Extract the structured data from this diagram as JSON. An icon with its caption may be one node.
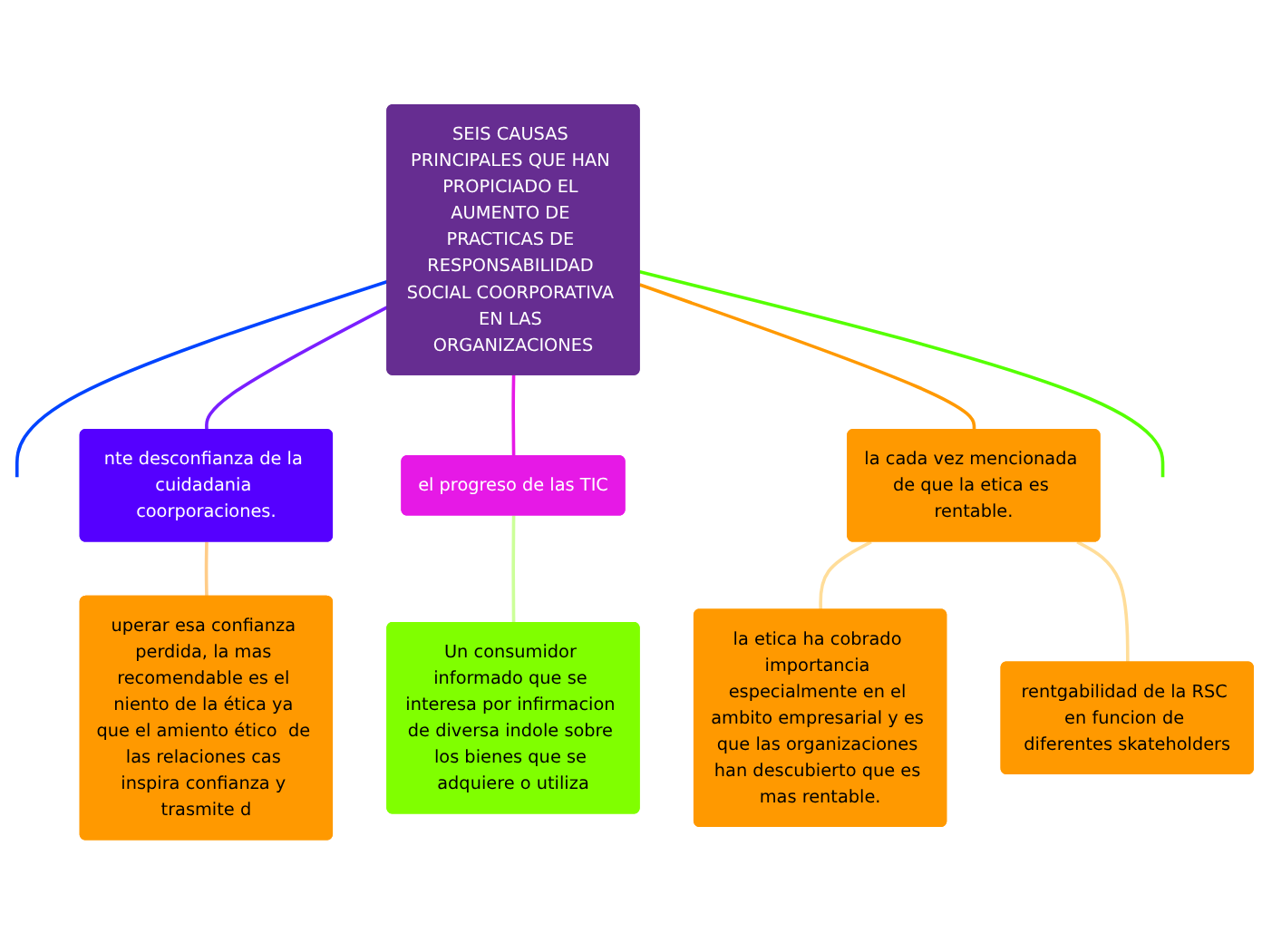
{
  "diagram": {
    "nodes": [
      {
        "text": [
          "SEIS CAUSAS PRINCIPALES QUE HAN PROPICIADO EL AUMENTO DE PRACTICAS DE RESPONSABILIDAD SOCIAL COORPORATIVA EN LAS ORGANIZACIONES"
        ]
      },
      {
        "text": [
          "nte desconfianza de la cuidadania coorporaciones."
        ]
      },
      {
        "text": [
          "uperar esa confianza perdida, la mas recomendable es el niento de la ética ya que el amiento ético  de las relaciones cas inspira confianza y trasmite d"
        ]
      },
      {
        "text": [
          "el progreso de las TIC"
        ]
      },
      {
        "text": [
          "Un consumidor informado que se interesa por infirmacion de diversa indole sobre los bienes que se adquiere o utiliza"
        ]
      },
      {
        "text": [
          "la cada vez mencionada de que la etica es rentable."
        ]
      },
      {
        "text": [
          "la etica ha cobrado importancia especialmente en el ambito empresarial y es que las organizaciones han descubierto que es mas rentable."
        ]
      },
      {
        "text": [
          "rentgabilidad de la RSC en funcion de diferentes skateholders"
        ]
      }
    ],
    "edges": [
      {
        "from": 0,
        "to": null,
        "arrow": "none",
        "color": "#0044ff"
      },
      {
        "from": 0,
        "to": 1,
        "arrow": "none",
        "color": "#7a1fff"
      },
      {
        "from": 1,
        "to": 2,
        "arrow": "none",
        "color": "#ffcc88"
      },
      {
        "from": 0,
        "to": 3,
        "arrow": "none",
        "color": "#e619e6"
      },
      {
        "from": 3,
        "to": 4,
        "arrow": "none",
        "color": "#ccff99"
      },
      {
        "from": 0,
        "to": 5,
        "arrow": "none",
        "color": "#ff9900"
      },
      {
        "from": 5,
        "to": 6,
        "arrow": "none",
        "color": "#ffdd99"
      },
      {
        "from": 5,
        "to": 7,
        "arrow": "none",
        "color": "#ffdd99"
      },
      {
        "from": 0,
        "to": null,
        "arrow": "none",
        "color": "#55ff00"
      }
    ]
  }
}
